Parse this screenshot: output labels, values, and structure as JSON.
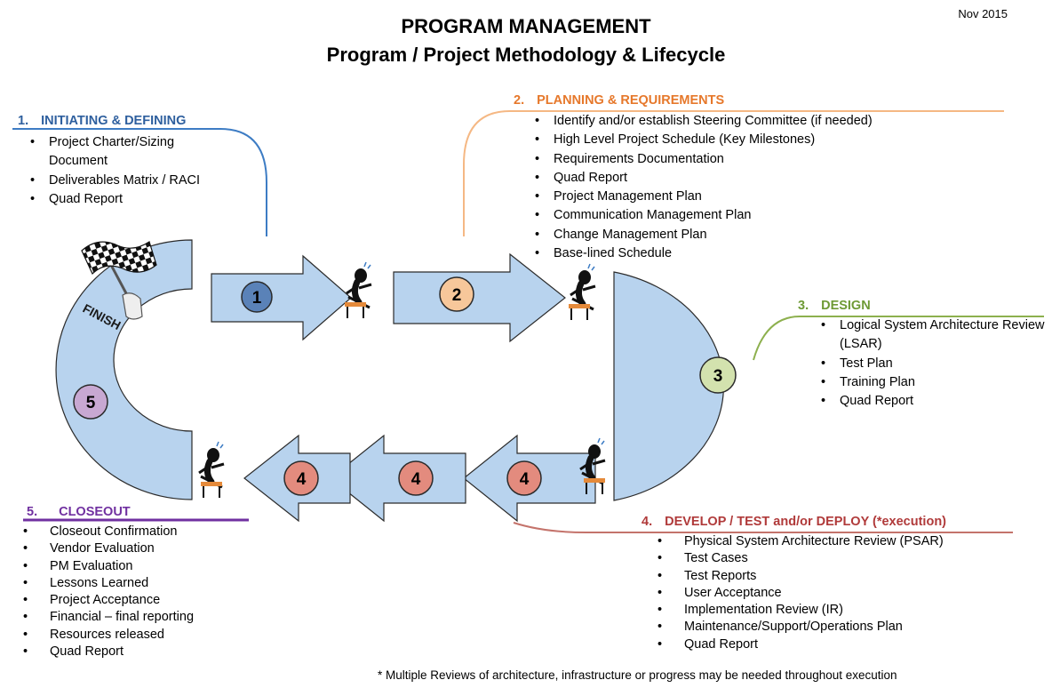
{
  "date": "Nov 2015",
  "title_line1": "PROGRAM MANAGEMENT",
  "title_line2": "Program  / Project Methodology & Lifecycle",
  "phases": [
    {
      "number": "1.",
      "title": "INITIATING & DEFINING",
      "color": "#2E5F9E",
      "items": [
        "Project Charter/Sizing Document",
        "Deliverables Matrix / RACI",
        "Quad Report"
      ]
    },
    {
      "number": "2.",
      "title": "PLANNING & REQUIREMENTS",
      "color": "#E6782B",
      "items": [
        "Identify and/or establish Steering Committee (if needed)",
        "High Level Project Schedule (Key Milestones)",
        "Requirements Documentation",
        "Quad Report",
        "Project Management Plan",
        "Communication Management Plan",
        "Change Management Plan",
        "Base-lined Schedule"
      ]
    },
    {
      "number": "3.",
      "title": "DESIGN",
      "color": "#6E9A35",
      "items": [
        "Logical System Architecture Review (LSAR)",
        "Test Plan",
        "Training Plan",
        "Quad Report"
      ]
    },
    {
      "number": "4.",
      "title": "DEVELOP / TEST and/or DEPLOY (*execution)",
      "color": "#B03A3A",
      "items": [
        "Physical System Architecture Review (PSAR)",
        "Test Cases",
        "Test Reports",
        "User Acceptance",
        "Implementation Review (IR)",
        "Maintenance/Support/Operations Plan",
        "Quad Report"
      ]
    },
    {
      "number": "5.",
      "title": "CLOSEOUT",
      "color": "#7030A0",
      "items": [
        "Closeout Confirmation",
        "Vendor Evaluation",
        "PM Evaluation",
        "Lessons Learned",
        "Project Acceptance",
        "Financial – final reporting",
        "Resources released",
        "Quad Report"
      ]
    }
  ],
  "cycle": {
    "finish_label": "FINISH",
    "circle_labels": [
      "1",
      "2",
      "3",
      "4",
      "4",
      "4",
      "5"
    ],
    "shape_fill": "#B8D3EE",
    "shape_stroke": "#2B2B2B",
    "circle_colors": {
      "1": "#5A82B8",
      "2": "#F7C79A",
      "3": "#D3E2AE",
      "4": "#E38B7E",
      "5": "#C8A8D2"
    }
  },
  "footnote": "* Multiple Reviews of architecture, infrastructure or progress may be needed throughout execution"
}
